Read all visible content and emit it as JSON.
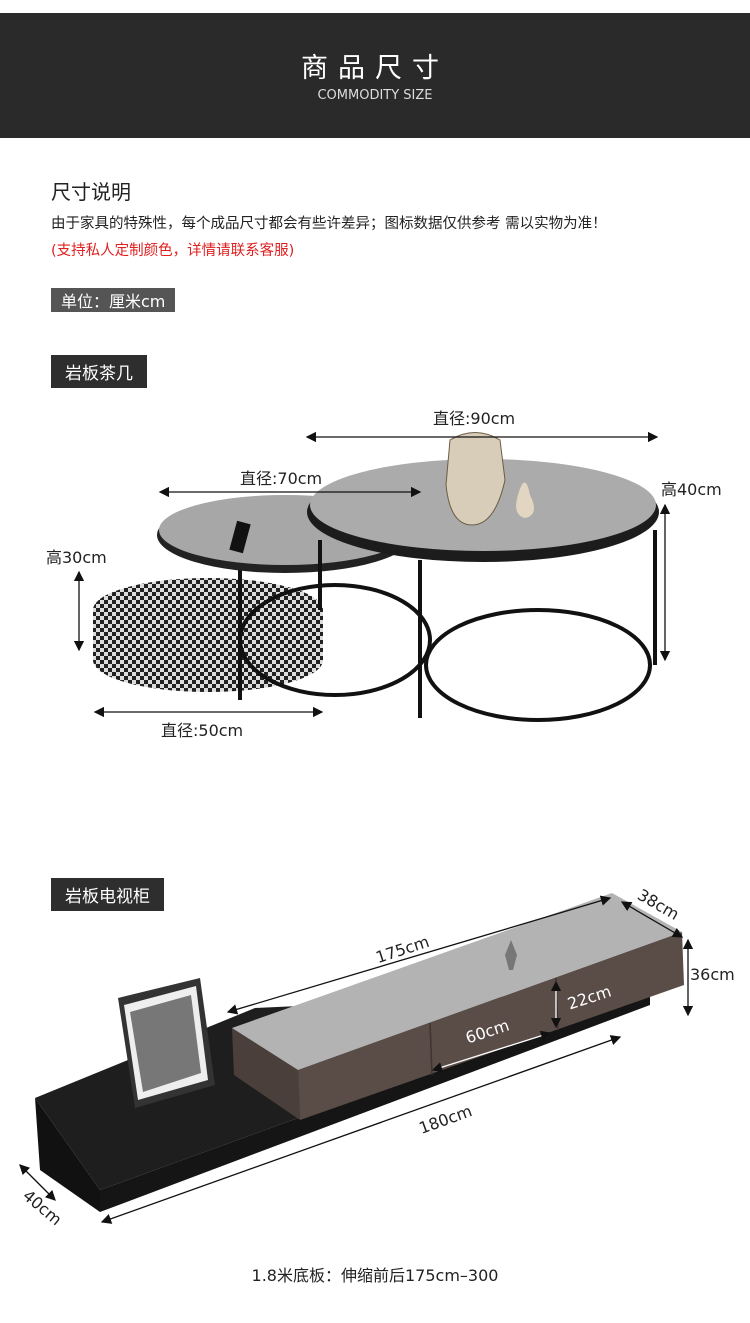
{
  "header": {
    "title": "商品尺寸",
    "subtitle": "COMMODITY SIZE"
  },
  "notes": {
    "heading": "尺寸说明",
    "line1": "由于家具的特殊性，每个成品尺寸都会有些许差异；图标数据仅供参考 需以实物为准！",
    "line2": "(支持私人定制颜色，详情请联系客服)",
    "unit": "单位：厘米cm"
  },
  "coffee_table": {
    "label": "岩板茶几",
    "d_large": "直径:90cm",
    "d_small": "直径:70cm",
    "h_large": "高40cm",
    "h_small": "高30cm",
    "d_stool": "直径:50cm"
  },
  "tv_cabinet": {
    "label": "岩板电视柜",
    "len_top": "175cm",
    "depth_top": "38cm",
    "height": "36cm",
    "drawer_h": "22cm",
    "drawer_w": "60cm",
    "len_base": "180cm",
    "depth_base": "40cm",
    "footnote": "1.8米底板：伸缩前后175cm–300"
  },
  "colors": {
    "header_bg": "#2a2a2a",
    "accent_red": "#e02020",
    "badge_gray": "#555555",
    "badge_dark": "#2e2e2e"
  }
}
